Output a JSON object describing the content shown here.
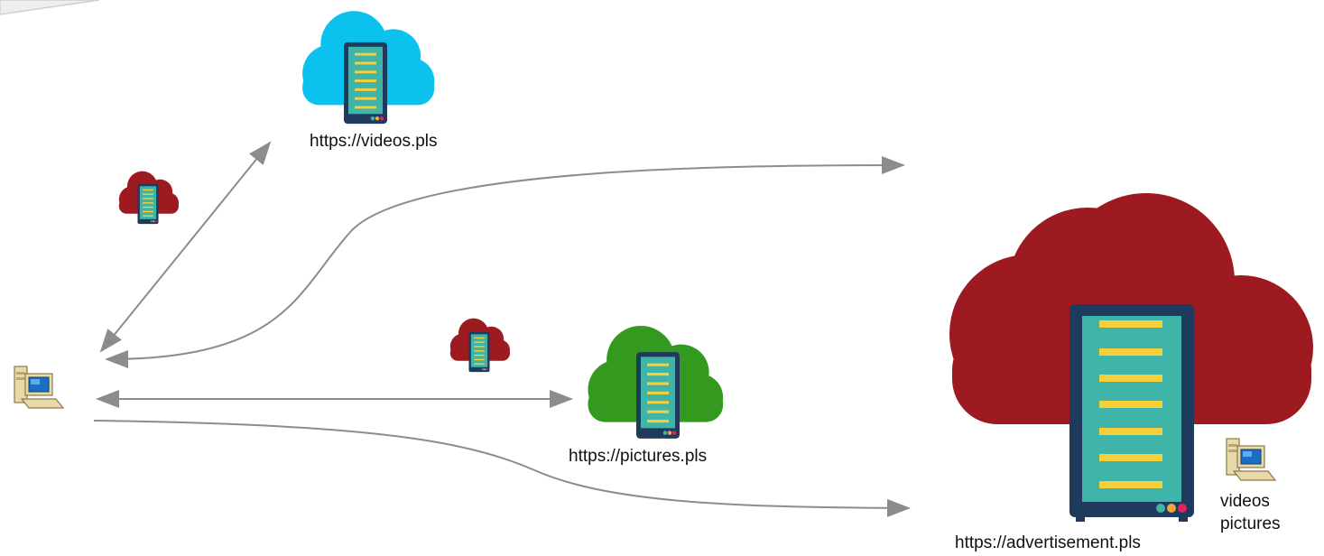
{
  "colors": {
    "videos_cloud": "#0bc2ef",
    "pictures_cloud": "#339a1f",
    "ads_cloud": "#9d1a20",
    "server_body": "#3fb4a8",
    "server_frame": "#1e3a5c",
    "server_bars": "#f7cf3a",
    "arrow": "#8c8c8c"
  },
  "servers": {
    "videos": {
      "label": "https://videos.pls",
      "icon": "cloud-server-icon"
    },
    "pictures": {
      "label": "https://pictures.pls",
      "icon": "cloud-server-icon"
    },
    "advertisement": {
      "label": "https://advertisement.pls",
      "icon": "cloud-server-icon",
      "client_lines": [
        "videos",
        "pictures"
      ]
    }
  },
  "client": {
    "icon": "computer-icon"
  },
  "connections": [
    {
      "from": "client",
      "to": "videos",
      "direction": "both"
    },
    {
      "from": "advertisement",
      "to": "client",
      "direction": "both"
    },
    {
      "from": "client",
      "to": "pictures",
      "direction": "both"
    },
    {
      "from": "client",
      "to": "advertisement",
      "direction": "forward"
    }
  ]
}
